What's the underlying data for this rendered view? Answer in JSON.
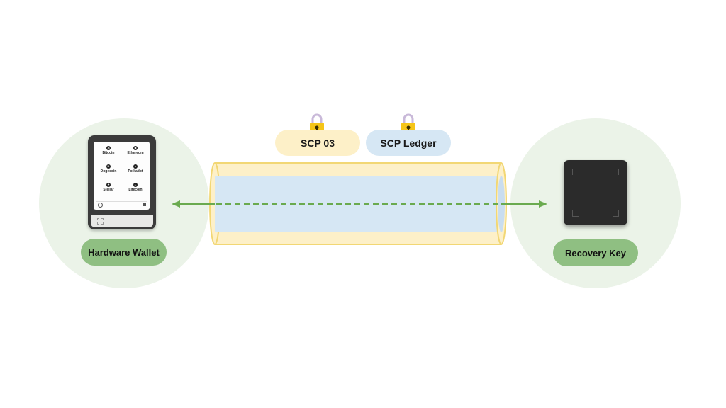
{
  "protocols": [
    {
      "label": "SCP 03",
      "color": "#fdf0c8"
    },
    {
      "label": "SCP Ledger",
      "color": "#d6e7f4"
    }
  ],
  "devices": {
    "left": {
      "label": "Hardware Wallet",
      "coins": [
        "Bitcoin",
        "Ethereum",
        "Dogecoin",
        "Polkadot",
        "Stellar",
        "Litecoin"
      ]
    },
    "right": {
      "label": "Recovery Key"
    }
  },
  "colors": {
    "circle_bg": "#ebf3e8",
    "arrow": "#6aaa4f",
    "tube_outer": "#fdf0c8",
    "tube_inner": "#d6e7f4",
    "tube_border": "#f2d774",
    "lock": "#f5c518",
    "label_bg": "#8fbf82"
  },
  "icons": {
    "lock": "padlock-icon"
  }
}
